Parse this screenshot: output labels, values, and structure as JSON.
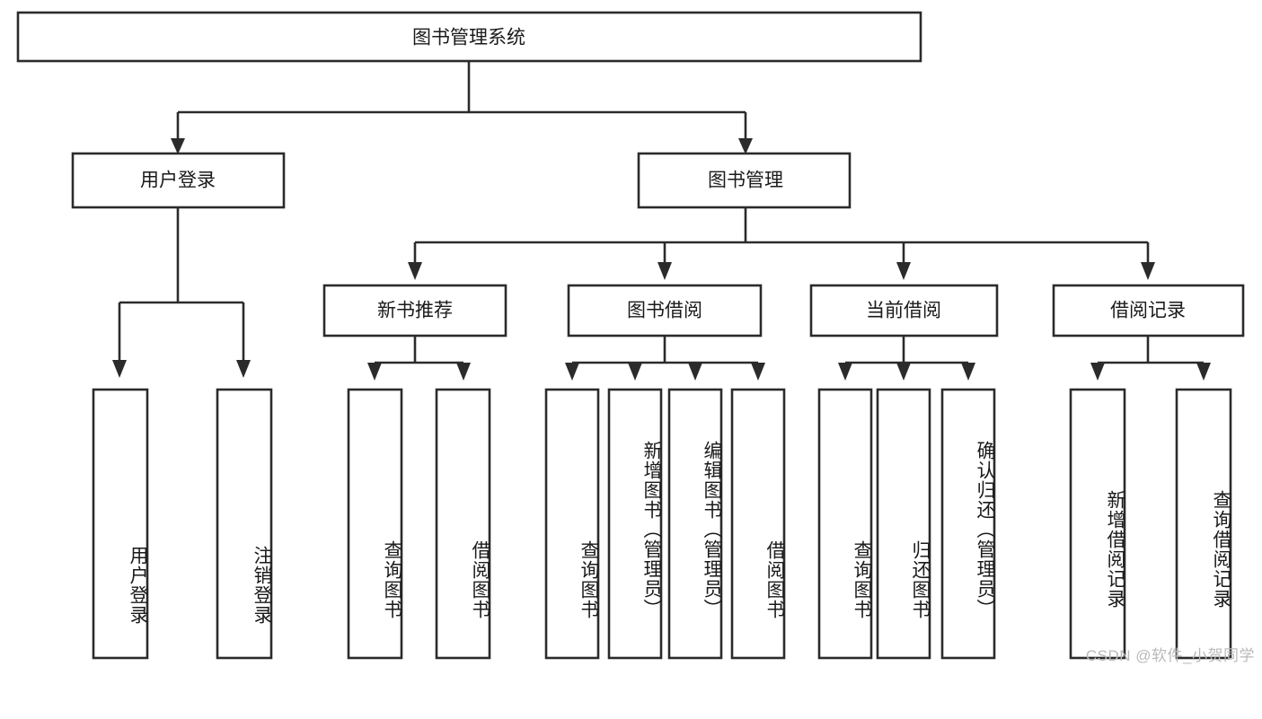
{
  "diagram": {
    "title": "图书管理系统",
    "type": "tree-hierarchy-chart",
    "root": {
      "id": "root",
      "label": "图书管理系统",
      "orientation": "horizontal"
    },
    "level2": [
      {
        "id": "user-login",
        "label": "用户登录",
        "orientation": "horizontal"
      },
      {
        "id": "book-management",
        "label": "图书管理",
        "orientation": "horizontal"
      }
    ],
    "level3": [
      {
        "id": "new-book-recommend",
        "label": "新书推荐",
        "orientation": "horizontal",
        "parent": "book-management"
      },
      {
        "id": "book-borrow",
        "label": "图书借阅",
        "orientation": "horizontal",
        "parent": "book-management"
      },
      {
        "id": "current-borrow",
        "label": "当前借阅",
        "orientation": "horizontal",
        "parent": "book-management"
      },
      {
        "id": "borrow-record",
        "label": "借阅记录",
        "orientation": "horizontal",
        "parent": "book-management"
      }
    ],
    "leaves": [
      {
        "id": "leaf-user-login",
        "label": "用户登录",
        "orientation": "vertical",
        "parent": "user-login"
      },
      {
        "id": "leaf-logout-login",
        "label": "注销登录",
        "orientation": "vertical",
        "parent": "user-login"
      },
      {
        "id": "leaf-query-books-1",
        "label": "查询图书",
        "orientation": "vertical",
        "parent": "new-book-recommend"
      },
      {
        "id": "leaf-borrow-books-1",
        "label": "借阅图书",
        "orientation": "vertical",
        "parent": "new-book-recommend"
      },
      {
        "id": "leaf-query-books-2",
        "label": "查询图书",
        "orientation": "vertical",
        "parent": "book-borrow"
      },
      {
        "id": "leaf-add-book",
        "label": "新增图书（管理员）",
        "orientation": "vertical",
        "parent": "book-borrow"
      },
      {
        "id": "leaf-edit-book",
        "label": "编辑图书（管理员）",
        "orientation": "vertical",
        "parent": "book-borrow"
      },
      {
        "id": "leaf-borrow-books-2",
        "label": "借阅图书",
        "orientation": "vertical",
        "parent": "book-borrow"
      },
      {
        "id": "leaf-query-books-3",
        "label": "查询图书",
        "orientation": "vertical",
        "parent": "current-borrow"
      },
      {
        "id": "leaf-return-books",
        "label": "归还图书",
        "orientation": "vertical",
        "parent": "current-borrow"
      },
      {
        "id": "leaf-confirm-return",
        "label": "确认归还（管理员）",
        "orientation": "vertical",
        "parent": "current-borrow"
      },
      {
        "id": "leaf-add-record",
        "label": "新增借阅记录",
        "orientation": "vertical",
        "parent": "borrow-record"
      },
      {
        "id": "leaf-query-record",
        "label": "查询借阅记录",
        "orientation": "vertical",
        "parent": "borrow-record"
      }
    ],
    "colors": {
      "stroke": "#2b2b2b",
      "fill": "#ffffff",
      "text": "#1a1a1a",
      "background": "#ffffff",
      "watermark": "#b9b9b9"
    }
  },
  "watermark": {
    "text": "CSDN @软件_小贺同学"
  }
}
